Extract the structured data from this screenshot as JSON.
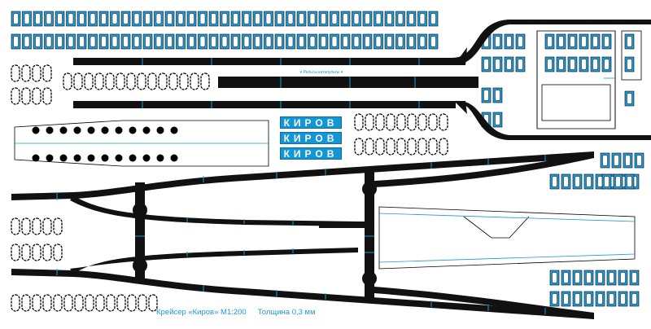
{
  "sheet": {
    "nameplate_text": "КИРОВ",
    "catapult_rails_label": "▾ Рельсы катапульты ▾",
    "caption_title": "Крейсер «Киров» М1:200",
    "caption_thickness": "Толщина 0,3 мм"
  },
  "colors": {
    "accent": "#1e9ad6",
    "part_black": "#111111",
    "outline": "#000000",
    "paper": "#ffffff"
  }
}
